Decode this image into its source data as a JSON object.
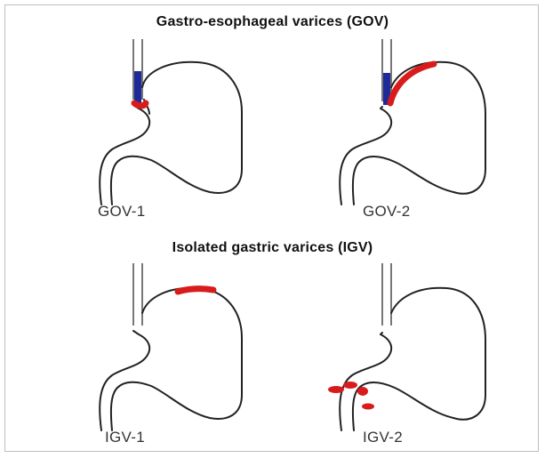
{
  "sections": {
    "gov_title": "Gastro-esophageal varices (GOV)",
    "igv_title": "Isolated gastric varices (IGV)"
  },
  "panels": {
    "gov1_label": "GOV-1",
    "gov2_label": "GOV-2",
    "igv1_label": "IGV-1",
    "igv2_label": "IGV-2"
  },
  "colors": {
    "varices": "#d81c1c",
    "esophageal_varices": "#1f2a9a",
    "outline": "#222222"
  }
}
